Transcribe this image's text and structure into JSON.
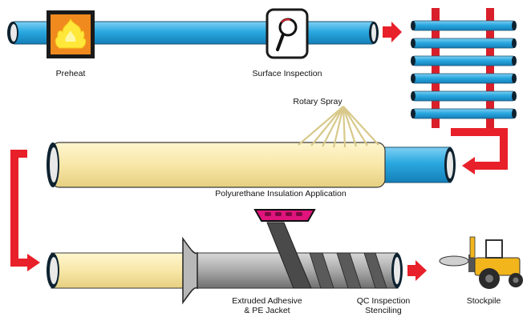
{
  "labels": {
    "preheat": "Preheat",
    "surface_inspection": "Surface Inspection",
    "rotary_spray": "Rotary Spray",
    "insulation": "Polyurethane Insulation Application",
    "extruded_line1": "Extruded Adhesive",
    "extruded_line2": "& PE Jacket",
    "qc_line1": "QC Inspection",
    "qc_line2": "Stenciling",
    "stockpile": "Stockpile"
  },
  "colors": {
    "pipe_blue": "#2aa8e0",
    "insulation": "#f8e7a8",
    "arrow_red": "#e8202a",
    "jacket_gray": "#9a9a9a",
    "rail_red": "#d9202a",
    "preheat_frame": "#f08a1e",
    "adhesive_magenta": "#e0147c",
    "tractor_yellow": "#f2b51c"
  },
  "icons": [
    "flame-icon",
    "magnifier-icon",
    "tractor-icon"
  ]
}
